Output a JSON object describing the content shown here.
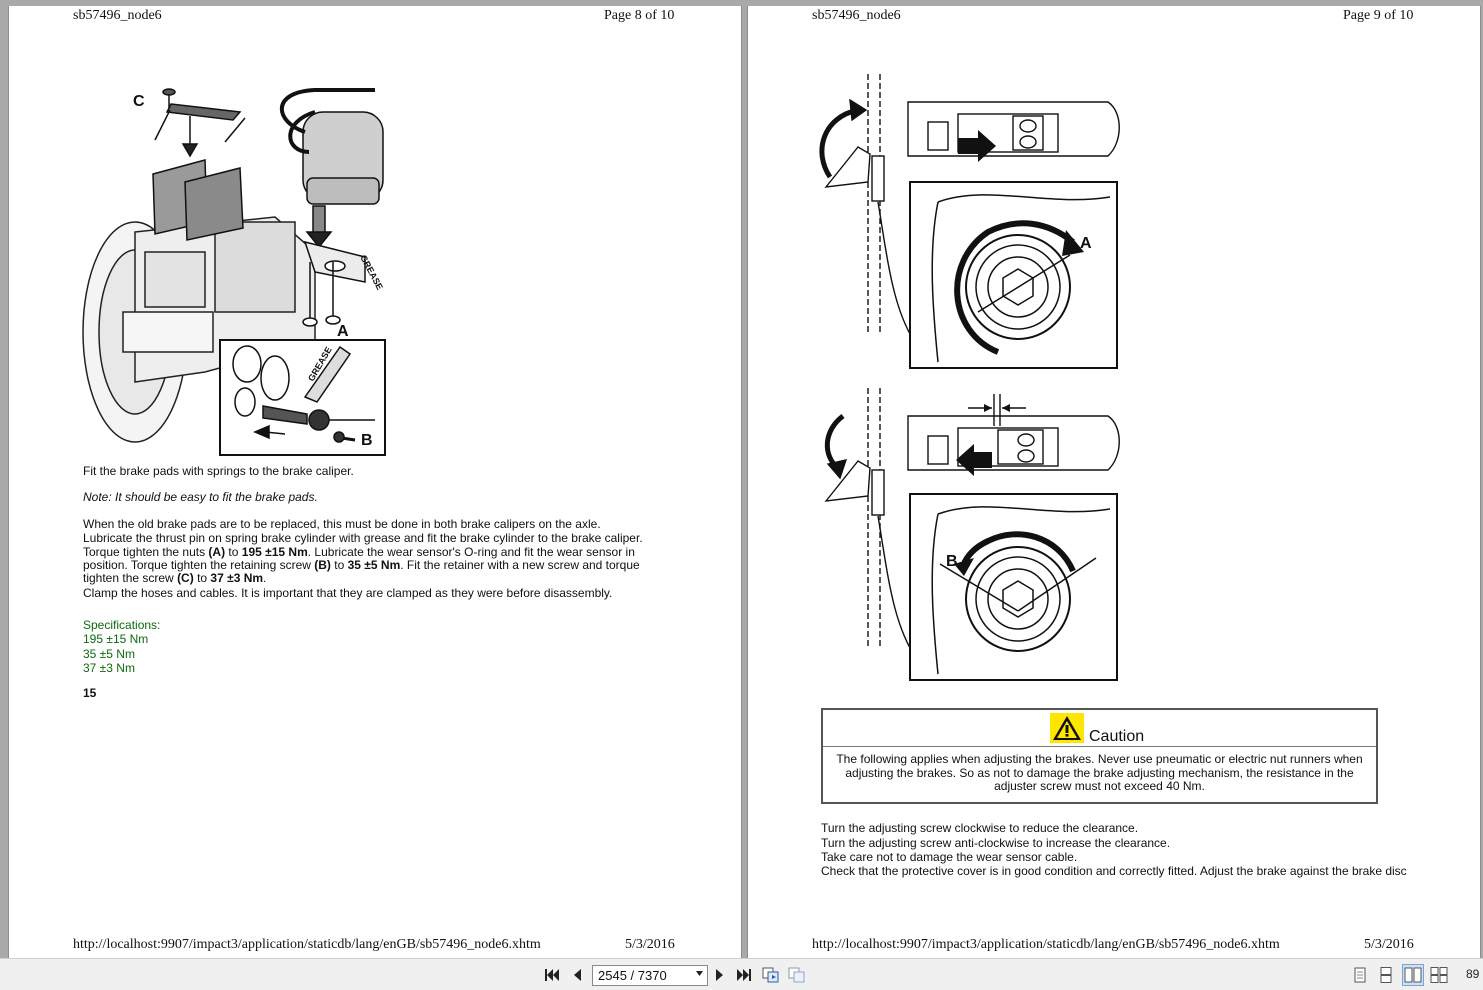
{
  "viewer": {
    "page_indicator": "2545 / 7370",
    "zoom_text": "89"
  },
  "left_page": {
    "header_doc": "sb57496_node6",
    "header_page": "Page 8 of 10",
    "figure_labels": {
      "c": "C",
      "a": "A",
      "b": "B",
      "grease1": "GREASE",
      "grease2": "GREASE"
    },
    "para1": "Fit the brake pads with springs to the brake caliper.",
    "note": "Note: It should be easy to fit the brake pads.",
    "body_lines": [
      "When the old brake pads are to be replaced, this must be done in both brake calipers on the axle.",
      "Lubricate the thrust pin on spring brake cylinder with grease and fit the brake cylinder to the brake caliper."
    ],
    "torque_line": {
      "t1": "Torque tighten the nuts ",
      "b1": "(A)",
      "t2": " to ",
      "b2": "195 ±15 Nm",
      "t3": ". Lubricate the wear sensor's O-ring and fit the wear sensor in"
    },
    "position_line": {
      "t1": "position. Torque tighten the retaining screw ",
      "b1": "(B)",
      "t2": " to ",
      "b2": "35 ±5 Nm",
      "t3": ". Fit the retainer with a new screw and torque"
    },
    "tighten_line": {
      "t1": "tighten the screw ",
      "b1": "(C)",
      "t2": " to ",
      "b2": "37 ±3 Nm",
      "t3": "."
    },
    "clamp_line": "Clamp the hoses and cables. It is important that they are clamped as they were before disassembly.",
    "specs_title": "Specifications:",
    "specs": [
      "195 ±15 Nm",
      "35 ±5 Nm",
      "37 ±3 Nm"
    ],
    "step_number": "15",
    "footer_url": "http://localhost:9907/impact3/application/staticdb/lang/enGB/sb57496_node6.xhtm",
    "footer_date": "5/3/2016"
  },
  "right_page": {
    "header_doc": "sb57496_node6",
    "header_page": "Page 9 of 10",
    "figure_labels": {
      "a": "A",
      "b": "B"
    },
    "caution_title": "Caution",
    "caution_lines": [
      "The following applies when adjusting the brakes. Never use pneumatic or electric nut runners when",
      "adjusting the brakes. So as not to damage the brake adjusting mechanism, the resistance in the",
      "adjuster screw must not exceed 40 Nm."
    ],
    "instructions": [
      "Turn the adjusting screw clockwise to reduce the clearance.",
      "Turn the adjusting screw anti-clockwise to increase the clearance.",
      "Take care not to damage the wear sensor cable.",
      "Check that the protective cover is in good condition and correctly fitted. Adjust the brake against the brake disc"
    ],
    "footer_url": "http://localhost:9907/impact3/application/staticdb/lang/enGB/sb57496_node6.xhtm",
    "footer_date": "5/3/2016"
  },
  "icons": [
    "first-page-icon",
    "prev-page-icon",
    "next-page-icon",
    "last-page-icon",
    "copy-icon",
    "paste-icon",
    "single-page-icon",
    "continuous-page-icon",
    "two-page-icon",
    "two-page-continuous-icon"
  ],
  "colors": {
    "spec_green": "#0d6b0d",
    "caution_yellow": "#ffe600",
    "background": "#a9a9a9"
  }
}
